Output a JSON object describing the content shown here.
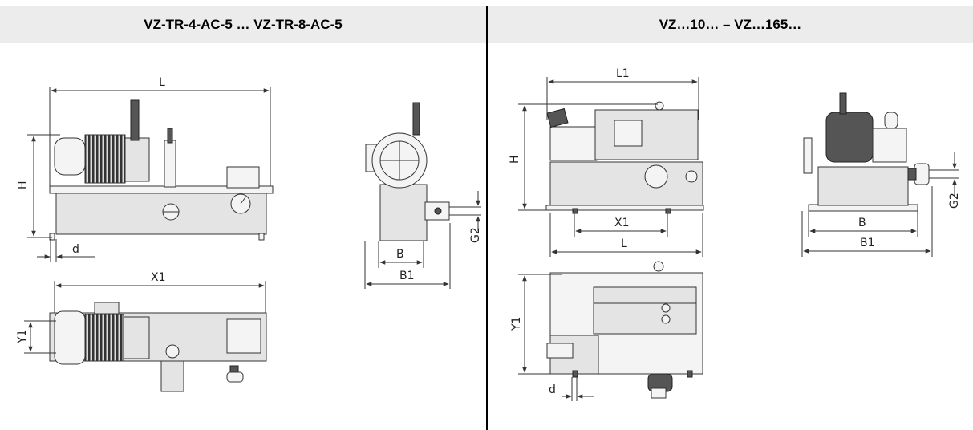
{
  "headers": {
    "left": "VZ-TR-4-AC-5 … VZ-TR-8-AC-5",
    "right": "VZ…10… – VZ…165…"
  },
  "left": {
    "side_view": {
      "length": "L",
      "height": "H",
      "foot": "d"
    },
    "end_view": {
      "width_inner": "B",
      "width_outer": "B1",
      "port": "G2"
    },
    "top_view": {
      "length": "X1",
      "depth": "Y1"
    }
  },
  "right": {
    "side_view": {
      "length_top": "L1",
      "height": "H",
      "mount_spacing": "X1",
      "length_base": "L"
    },
    "end_view": {
      "width_inner": "B",
      "width_outer": "B1",
      "port": "G2"
    },
    "top_view": {
      "depth": "Y1",
      "foot": "d"
    }
  }
}
